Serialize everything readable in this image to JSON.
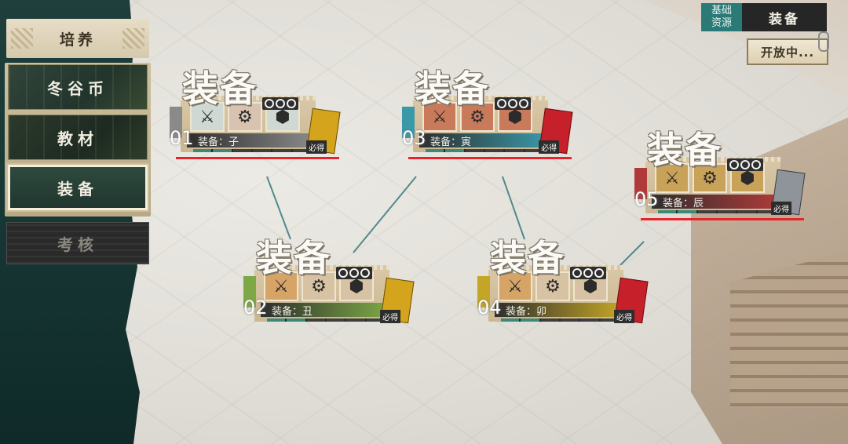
{
  "left_menu": {
    "title": "培养",
    "items": [
      {
        "label": "冬谷币"
      },
      {
        "label": "教材"
      },
      {
        "label": "装备"
      },
      {
        "label": "考核"
      }
    ]
  },
  "top_right": {
    "resource_tag": "基础资源",
    "resource_name": "装备",
    "open_button": "开放中..."
  },
  "stages": [
    {
      "title": "装备",
      "number": "01",
      "label": "装备：子",
      "reward_tag": "必得",
      "accent": "#8a8a8a",
      "reward": "gold",
      "progress": 2,
      "underlined": true
    },
    {
      "title": "装备",
      "number": "02",
      "label": "装备：丑",
      "reward_tag": "必得",
      "accent": "#7da845",
      "reward": "gold",
      "progress": 2,
      "underlined": false
    },
    {
      "title": "装备",
      "number": "03",
      "label": "装备：寅",
      "reward_tag": "必得",
      "accent": "#3a98a8",
      "reward": "red",
      "progress": 2,
      "underlined": true
    },
    {
      "title": "装备",
      "number": "04",
      "label": "装备：卯",
      "reward_tag": "必得",
      "accent": "#c4a626",
      "reward": "red",
      "progress": 2,
      "underlined": false
    },
    {
      "title": "装备",
      "number": "05",
      "label": "装备：辰",
      "reward_tag": "必得",
      "accent": "#b03a3a",
      "reward": "silver",
      "progress": 2,
      "underlined": true
    }
  ],
  "colors": {
    "teal": "#2a7a78",
    "underline": "#e8232a",
    "title_text": "#fbfaf6"
  }
}
